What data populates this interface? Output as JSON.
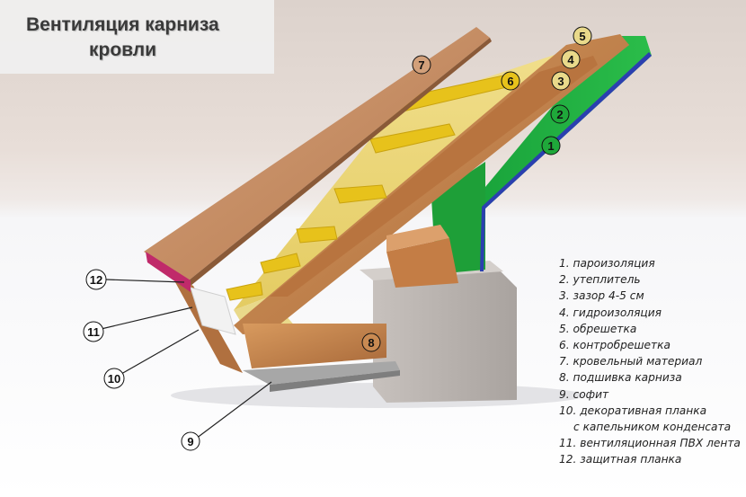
{
  "title": {
    "line1": "Вентиляция карниза",
    "line2": "кровли"
  },
  "legend": [
    "1. пароизоляция",
    "2. утеплитель",
    "3. зазор 4-5 см",
    "4. гидроизоляция",
    "5. обрешетка",
    "6. контробрешетка",
    "7. кровельный материал",
    "8. подшивка карниза",
    "9. софит",
    "10. декоративная планка",
    "с капельником конденсата",
    "11. вентиляционная ПВХ лента",
    "12. защитная планка"
  ],
  "callouts": [
    "1",
    "2",
    "3",
    "4",
    "5",
    "6",
    "7",
    "8",
    "9",
    "10",
    "11",
    "12"
  ],
  "colors": {
    "vapor_barrier": "#1fa83a",
    "insulation": "#f0e58a",
    "rafter_wood": "#c98a52",
    "batten": "#e7c21b",
    "roof_sheet": "#c89066",
    "protective_strip": "#c02a6a",
    "wall": "#b8b2ae",
    "soffit": "#9a9a9a"
  }
}
